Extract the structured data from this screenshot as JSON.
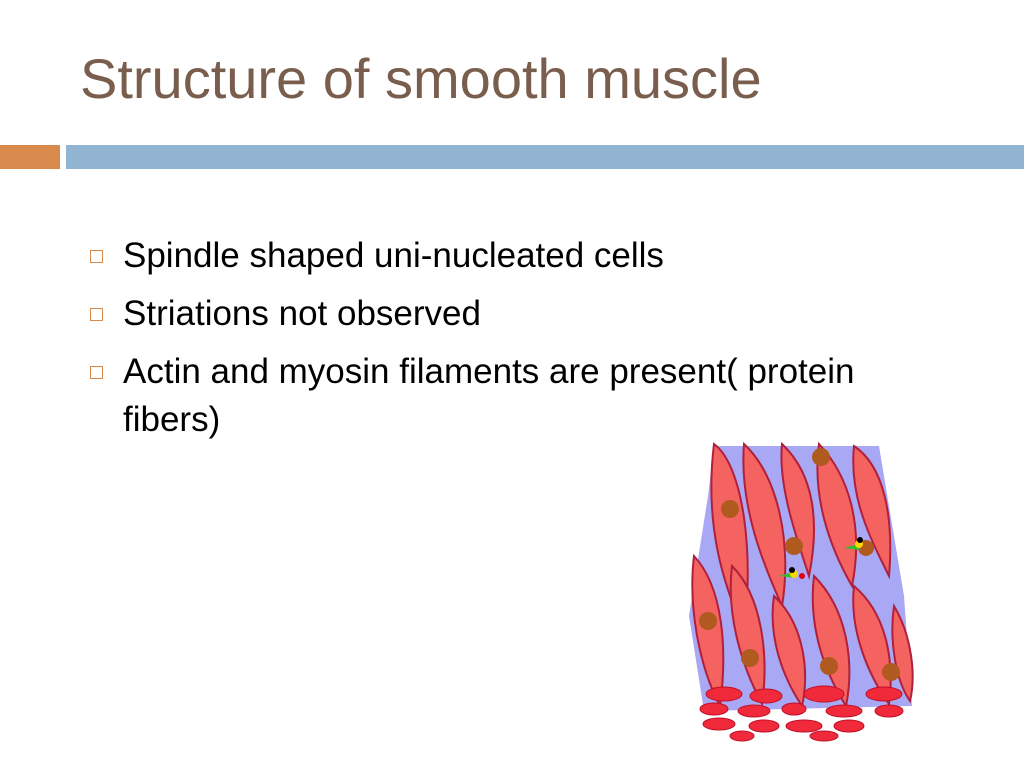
{
  "slide": {
    "title": "Structure of smooth muscle",
    "bullets": [
      {
        "text": "Spindle shaped uni-nucleated cells"
      },
      {
        "text": "Striations not observed"
      },
      {
        "text": "Actin and myosin filaments are present( protein fibers)"
      }
    ]
  },
  "colors": {
    "title": "#7a5e4d",
    "accent_orange": "#d98a4d",
    "accent_blue": "#91b4d2",
    "muscle_cell": "#f4635f",
    "connective": "#a9a8f5",
    "nucleus": "#b05a1f"
  },
  "illustration": {
    "icon": "smooth-muscle-tissue-icon"
  }
}
